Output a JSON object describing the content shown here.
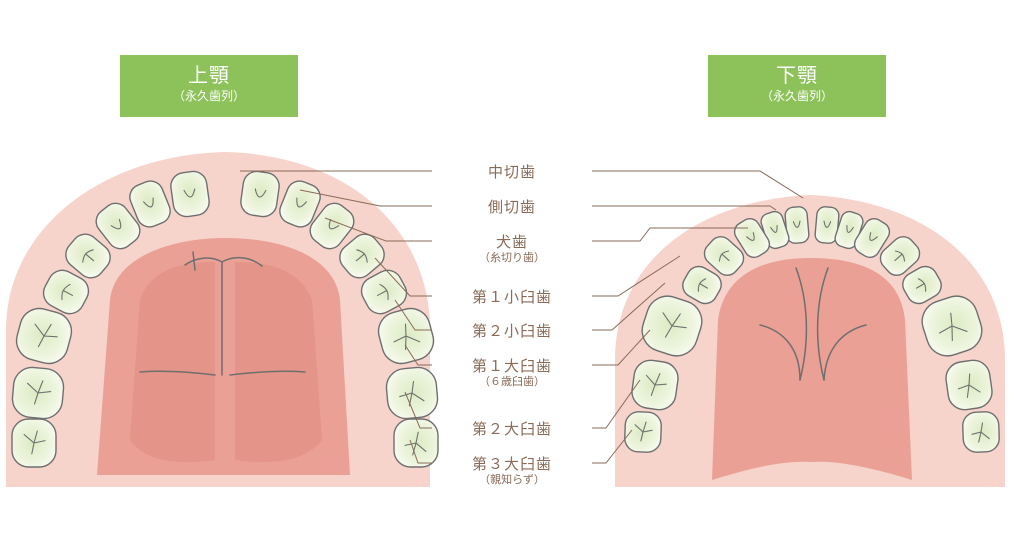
{
  "upper_jaw": {
    "title": "上顎",
    "subtitle": "（永久歯列）"
  },
  "lower_jaw": {
    "title": "下顎",
    "subtitle": "（永久歯列）"
  },
  "tooth_labels": [
    {
      "name": "中切歯",
      "note": ""
    },
    {
      "name": "側切歯",
      "note": ""
    },
    {
      "name": "犬歯",
      "note": "（糸切り歯）"
    },
    {
      "name": "第１小臼歯",
      "note": ""
    },
    {
      "name": "第２小臼歯",
      "note": ""
    },
    {
      "name": "第１大臼歯",
      "note": "（６歳臼歯）"
    },
    {
      "name": "第２大臼歯",
      "note": ""
    },
    {
      "name": "第３大臼歯",
      "note": "（親知らず）"
    }
  ],
  "colors": {
    "header_bg": "#8dc25a",
    "gum": "#f6d3cb",
    "palate": "#e8978c",
    "tooth": "#eef5df",
    "label_text": "#8a6b58"
  }
}
